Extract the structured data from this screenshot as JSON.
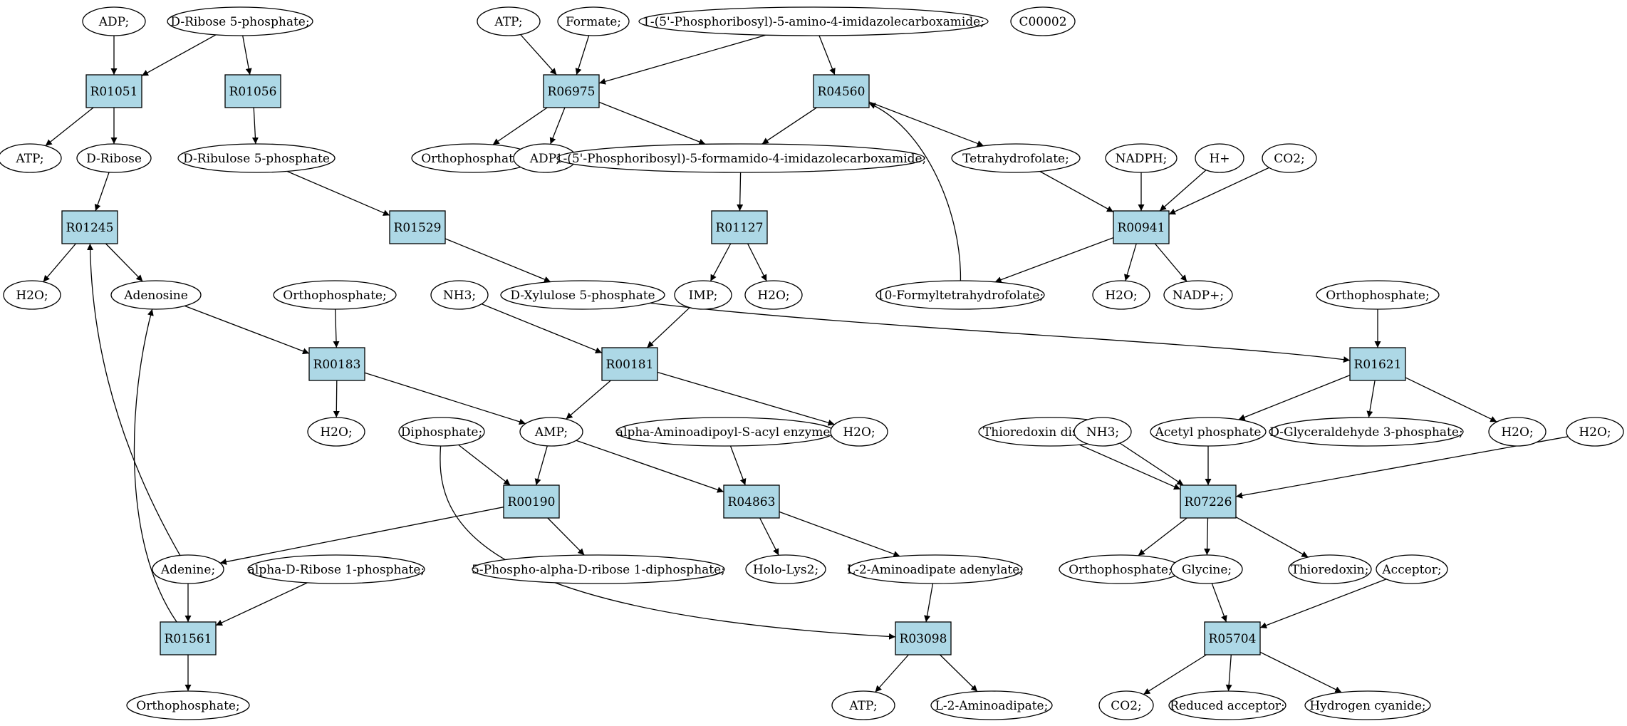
{
  "colors": {
    "reaction_fill": "#add8e6",
    "highlight_green": "#00ff00",
    "highlight_yellow": "#ffff00",
    "compound_fill": "#ffffff",
    "line": "#000000"
  },
  "nodes": [
    {
      "id": "c_adp1",
      "label": "ADP;",
      "kind": "compound"
    },
    {
      "id": "c_r5p",
      "label": "D-Ribose 5-phosphate;",
      "kind": "compound",
      "fill": "highlight_green"
    },
    {
      "id": "c_atp1",
      "label": "ATP;",
      "kind": "compound"
    },
    {
      "id": "c_formate",
      "label": "Formate;",
      "kind": "compound"
    },
    {
      "id": "c_aicar",
      "label": "1-(5'-Phosphoribosyl)-5-amino-4-imidazolecarboxamide;",
      "kind": "compound"
    },
    {
      "id": "c_c00002",
      "label": "C00002",
      "kind": "compound",
      "fill": "highlight_yellow"
    },
    {
      "id": "r_R01051",
      "label": "R01051",
      "kind": "reaction"
    },
    {
      "id": "r_R01056",
      "label": "R01056",
      "kind": "reaction"
    },
    {
      "id": "r_R06975",
      "label": "R06975",
      "kind": "reaction"
    },
    {
      "id": "r_R04560",
      "label": "R04560",
      "kind": "reaction"
    },
    {
      "id": "c_atp2",
      "label": "ATP;",
      "kind": "compound"
    },
    {
      "id": "c_dribose",
      "label": "D-Ribose",
      "kind": "compound"
    },
    {
      "id": "c_ru5p",
      "label": "D-Ribulose 5-phosphate",
      "kind": "compound"
    },
    {
      "id": "c_ortho1",
      "label": "Orthophosphate;",
      "kind": "compound"
    },
    {
      "id": "c_adp2",
      "label": "ADP;",
      "kind": "compound"
    },
    {
      "id": "c_faicar",
      "label": "1-(5'-Phosphoribosyl)-5-formamido-4-imidazolecarboxamide;",
      "kind": "compound"
    },
    {
      "id": "c_thf",
      "label": "Tetrahydrofolate;",
      "kind": "compound"
    },
    {
      "id": "c_nadph",
      "label": "NADPH;",
      "kind": "compound"
    },
    {
      "id": "c_hplus",
      "label": "H+",
      "kind": "compound"
    },
    {
      "id": "c_co2a",
      "label": "CO2;",
      "kind": "compound"
    },
    {
      "id": "r_R01245",
      "label": "R01245",
      "kind": "reaction"
    },
    {
      "id": "r_R01529",
      "label": "R01529",
      "kind": "reaction"
    },
    {
      "id": "r_R01127",
      "label": "R01127",
      "kind": "reaction"
    },
    {
      "id": "r_R00941",
      "label": "R00941",
      "kind": "reaction"
    },
    {
      "id": "c_h2o1",
      "label": "H2O;",
      "kind": "compound"
    },
    {
      "id": "c_adenosine",
      "label": "Adenosine",
      "kind": "compound"
    },
    {
      "id": "c_ortho2",
      "label": "Orthophosphate;",
      "kind": "compound"
    },
    {
      "id": "c_nh3a",
      "label": "NH3;",
      "kind": "compound"
    },
    {
      "id": "c_xu5p",
      "label": "D-Xylulose 5-phosphate",
      "kind": "compound"
    },
    {
      "id": "c_imp",
      "label": "IMP;",
      "kind": "compound"
    },
    {
      "id": "c_h2o2",
      "label": "H2O;",
      "kind": "compound"
    },
    {
      "id": "c_fthf",
      "label": "10-Formyltetrahydrofolate;",
      "kind": "compound"
    },
    {
      "id": "c_h2o3",
      "label": "H2O;",
      "kind": "compound"
    },
    {
      "id": "c_nadp",
      "label": "NADP+;",
      "kind": "compound"
    },
    {
      "id": "c_ortho3",
      "label": "Orthophosphate;",
      "kind": "compound"
    },
    {
      "id": "r_R00183",
      "label": "R00183",
      "kind": "reaction"
    },
    {
      "id": "r_R00181",
      "label": "R00181",
      "kind": "reaction"
    },
    {
      "id": "r_R01621",
      "label": "R01621",
      "kind": "reaction"
    },
    {
      "id": "c_h2o4",
      "label": "H2O;",
      "kind": "compound"
    },
    {
      "id": "c_diphos",
      "label": "Diphosphate;",
      "kind": "compound"
    },
    {
      "id": "c_amp",
      "label": "AMP;",
      "kind": "compound"
    },
    {
      "id": "c_aaenz",
      "label": "alpha-Aminoadipoyl-S-acyl enzyme;",
      "kind": "compound"
    },
    {
      "id": "c_h2o5",
      "label": "H2O;",
      "kind": "compound"
    },
    {
      "id": "c_trxss",
      "label": "Thioredoxin disulfide;",
      "kind": "compound"
    },
    {
      "id": "c_nh3b",
      "label": "NH3;",
      "kind": "compound"
    },
    {
      "id": "c_acp",
      "label": "Acetyl phosphate",
      "kind": "compound"
    },
    {
      "id": "c_g3p",
      "label": "D-Glyceraldehyde 3-phosphate;",
      "kind": "compound"
    },
    {
      "id": "c_h2o6",
      "label": "H2O;",
      "kind": "compound"
    },
    {
      "id": "c_h2o7",
      "label": "H2O;",
      "kind": "compound"
    },
    {
      "id": "r_R00190",
      "label": "R00190",
      "kind": "reaction"
    },
    {
      "id": "r_R04863",
      "label": "R04863",
      "kind": "reaction"
    },
    {
      "id": "r_R07226",
      "label": "R07226",
      "kind": "reaction"
    },
    {
      "id": "c_adenine",
      "label": "Adenine;",
      "kind": "compound"
    },
    {
      "id": "c_ar1p",
      "label": "alpha-D-Ribose 1-phosphate;",
      "kind": "compound"
    },
    {
      "id": "c_prpp",
      "label": "5-Phospho-alpha-D-ribose 1-diphosphate;",
      "kind": "compound"
    },
    {
      "id": "c_holo",
      "label": "Holo-Lys2;",
      "kind": "compound"
    },
    {
      "id": "c_l2aaa",
      "label": "L-2-Aminoadipate adenylate;",
      "kind": "compound"
    },
    {
      "id": "c_ortho4",
      "label": "Orthophosphate;",
      "kind": "compound"
    },
    {
      "id": "c_glycine",
      "label": "Glycine;",
      "kind": "compound"
    },
    {
      "id": "c_trx",
      "label": "Thioredoxin;",
      "kind": "compound"
    },
    {
      "id": "c_acceptor",
      "label": "Acceptor;",
      "kind": "compound"
    },
    {
      "id": "r_R01561",
      "label": "R01561",
      "kind": "reaction"
    },
    {
      "id": "r_R03098",
      "label": "R03098",
      "kind": "reaction"
    },
    {
      "id": "r_R05704",
      "label": "R05704",
      "kind": "reaction"
    },
    {
      "id": "c_ortho5",
      "label": "Orthophosphate;",
      "kind": "compound"
    },
    {
      "id": "c_atp3",
      "label": "ATP;",
      "kind": "compound"
    },
    {
      "id": "c_l2aa",
      "label": "L-2-Aminoadipate;",
      "kind": "compound"
    },
    {
      "id": "c_co2b",
      "label": "CO2;",
      "kind": "compound"
    },
    {
      "id": "c_redacc",
      "label": "Reduced acceptor;",
      "kind": "compound"
    },
    {
      "id": "c_hcn",
      "label": "Hydrogen cyanide;",
      "kind": "compound"
    }
  ],
  "edges": [
    [
      "c_adp1",
      "r_R01051"
    ],
    [
      "c_r5p",
      "r_R01051"
    ],
    [
      "c_r5p",
      "r_R01056"
    ],
    [
      "r_R01051",
      "c_atp2"
    ],
    [
      "r_R01051",
      "c_dribose"
    ],
    [
      "r_R01056",
      "c_ru5p"
    ],
    [
      "c_atp1",
      "r_R06975"
    ],
    [
      "c_formate",
      "r_R06975"
    ],
    [
      "c_aicar",
      "r_R06975"
    ],
    [
      "c_aicar",
      "r_R04560"
    ],
    [
      "r_R06975",
      "c_ortho1"
    ],
    [
      "r_R06975",
      "c_adp2"
    ],
    [
      "r_R06975",
      "c_faicar"
    ],
    [
      "r_R04560",
      "c_faicar"
    ],
    [
      "r_R04560",
      "c_thf"
    ],
    [
      "c_dribose",
      "r_R01245"
    ],
    [
      "c_ru5p",
      "r_R01529"
    ],
    [
      "c_faicar",
      "r_R01127"
    ],
    [
      "c_thf",
      "r_R00941"
    ],
    [
      "c_nadph",
      "r_R00941"
    ],
    [
      "c_hplus",
      "r_R00941"
    ],
    [
      "c_co2a",
      "r_R00941"
    ],
    [
      "r_R01245",
      "c_h2o1"
    ],
    [
      "r_R01245",
      "c_adenosine"
    ],
    [
      "r_R01529",
      "c_xu5p"
    ],
    [
      "r_R01127",
      "c_imp"
    ],
    [
      "r_R01127",
      "c_h2o2"
    ],
    [
      "r_R00941",
      "c_fthf"
    ],
    [
      "r_R00941",
      "c_h2o3"
    ],
    [
      "r_R00941",
      "c_nadp"
    ],
    [
      "c_fthf",
      "r_R04560"
    ],
    [
      "c_adenosine",
      "r_R00183"
    ],
    [
      "c_ortho2",
      "r_R00183"
    ],
    [
      "c_nh3a",
      "r_R00181"
    ],
    [
      "c_imp",
      "r_R00181"
    ],
    [
      "c_xu5p",
      "r_R01621"
    ],
    [
      "c_ortho3",
      "r_R01621"
    ],
    [
      "r_R00183",
      "c_h2o4"
    ],
    [
      "r_R00183",
      "c_amp"
    ],
    [
      "r_R00181",
      "c_amp"
    ],
    [
      "r_R00181",
      "c_h2o5"
    ],
    [
      "r_R01621",
      "c_acp"
    ],
    [
      "r_R01621",
      "c_g3p"
    ],
    [
      "r_R01621",
      "c_h2o6"
    ],
    [
      "c_diphos",
      "r_R00190"
    ],
    [
      "c_amp",
      "r_R00190"
    ],
    [
      "c_amp",
      "r_R04863"
    ],
    [
      "c_aaenz",
      "r_R04863"
    ],
    [
      "c_trxss",
      "r_R07226"
    ],
    [
      "c_nh3b",
      "r_R07226"
    ],
    [
      "c_acp",
      "r_R07226"
    ],
    [
      "c_h2o7",
      "r_R07226"
    ],
    [
      "r_R00190",
      "c_adenine"
    ],
    [
      "r_R00190",
      "c_prpp"
    ],
    [
      "r_R04863",
      "c_holo"
    ],
    [
      "r_R04863",
      "c_l2aaa"
    ],
    [
      "r_R07226",
      "c_ortho4"
    ],
    [
      "r_R07226",
      "c_glycine"
    ],
    [
      "r_R07226",
      "c_trx"
    ],
    [
      "c_adenine",
      "r_R01245"
    ],
    [
      "c_adenine",
      "r_R01561"
    ],
    [
      "c_ar1p",
      "r_R01561"
    ],
    [
      "r_R01561",
      "c_adenosine"
    ],
    [
      "c_diphos",
      "r_R03098"
    ],
    [
      "c_l2aaa",
      "r_R03098"
    ],
    [
      "c_glycine",
      "r_R05704"
    ],
    [
      "c_acceptor",
      "r_R05704"
    ],
    [
      "r_R01561",
      "c_ortho5"
    ],
    [
      "r_R03098",
      "c_atp3"
    ],
    [
      "r_R03098",
      "c_l2aa"
    ],
    [
      "r_R05704",
      "c_co2b"
    ],
    [
      "r_R05704",
      "c_redacc"
    ],
    [
      "r_R05704",
      "c_hcn"
    ]
  ]
}
